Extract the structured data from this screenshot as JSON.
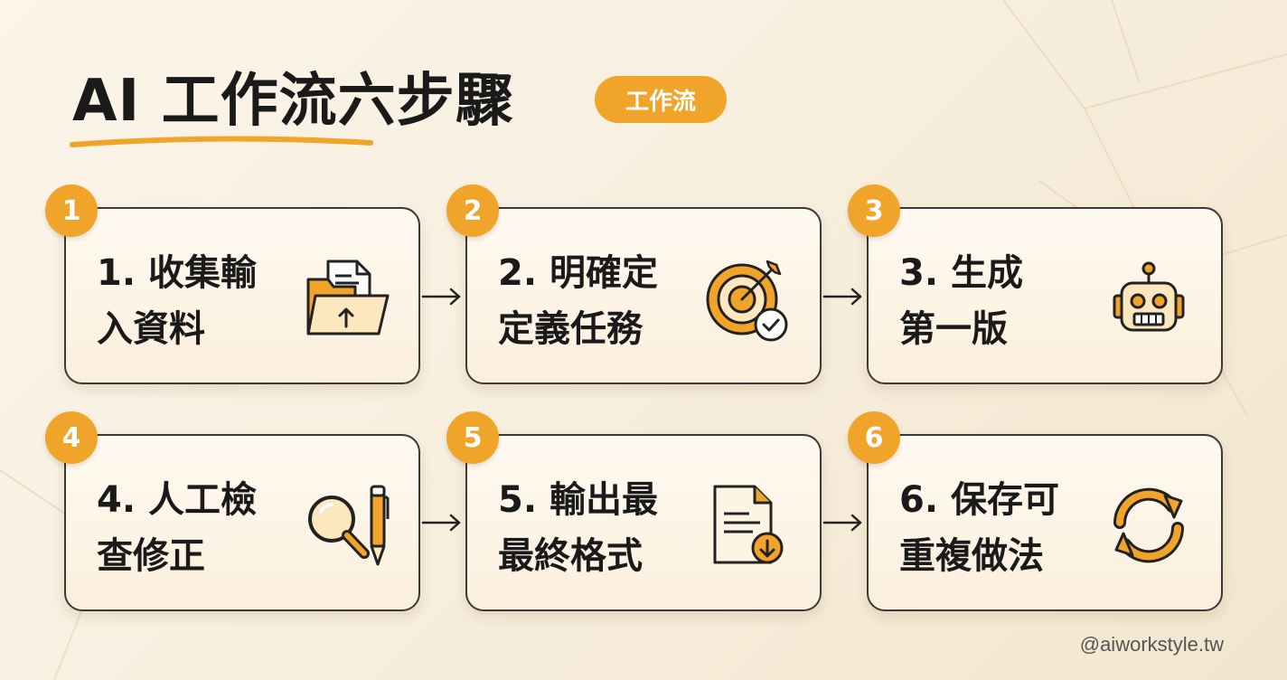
{
  "title": "AI 工作流六步驟",
  "tag": "工作流",
  "steps": [
    {
      "num": "1",
      "line1": "1. 收集輸",
      "line2": "入資料",
      "icon": "folder-upload-icon"
    },
    {
      "num": "2",
      "line1": "2. 明確定",
      "line2": "定義任務",
      "icon": "target-check-icon"
    },
    {
      "num": "3",
      "line1": "3. 生成",
      "line2": "第一版",
      "icon": "robot-icon"
    },
    {
      "num": "4",
      "line1": "4. 人工檢",
      "line2": "查修正",
      "icon": "magnifier-pen-icon"
    },
    {
      "num": "5",
      "line1": "5. 輸出最",
      "line2": "最終格式",
      "icon": "document-download-icon"
    },
    {
      "num": "6",
      "line1": "6. 保存可",
      "line2": "重複做法",
      "icon": "refresh-icon"
    }
  ],
  "handle": "@aiworkstyle.tw",
  "colors": {
    "accent": "#f0a52a",
    "ink": "#1a1a1a",
    "background": "#f7eedd"
  }
}
